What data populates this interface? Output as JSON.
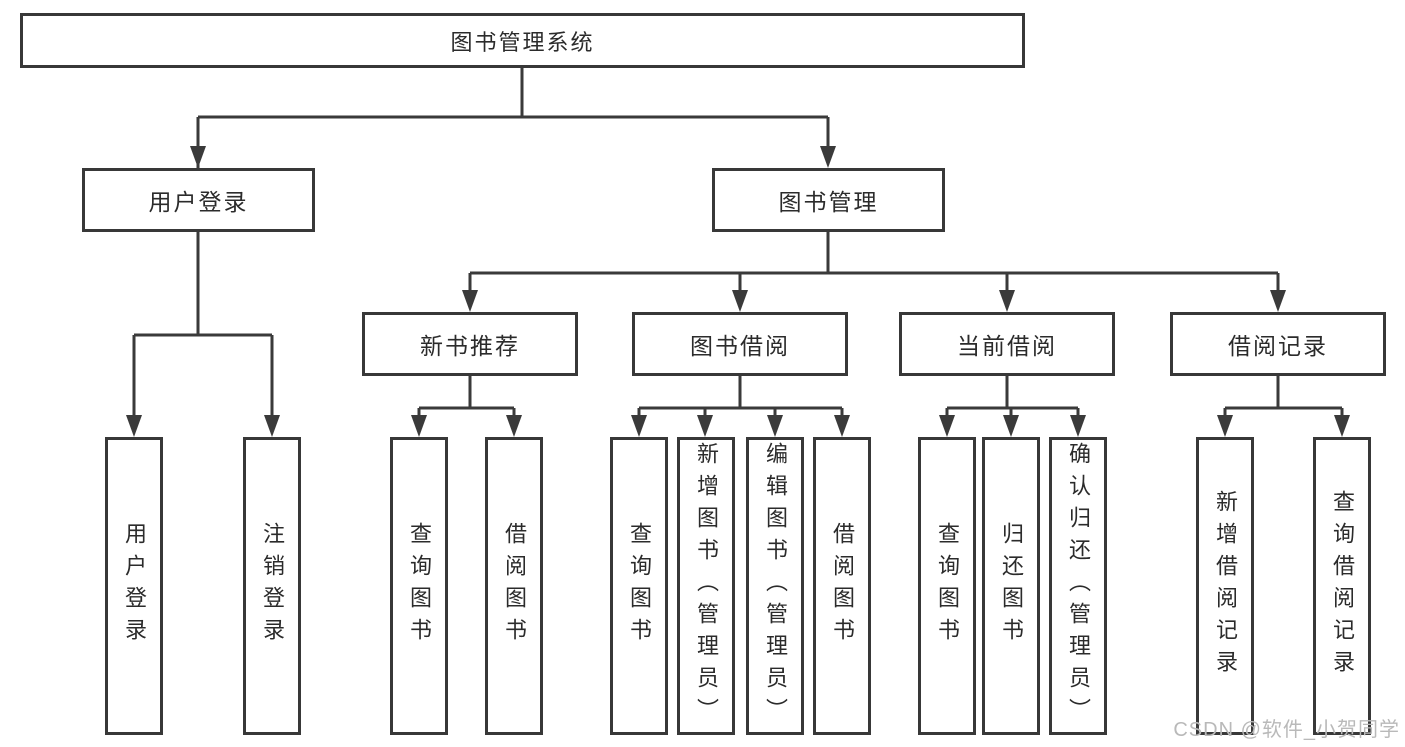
{
  "diagram": {
    "title": "图书管理系统",
    "root": "图书管理系统",
    "level2": {
      "user_login": "用户登录",
      "book_mgmt": "图书管理"
    },
    "level3": {
      "new_books": "新书推荐",
      "book_borrow": "图书借阅",
      "current_borrow": "当前借阅",
      "borrow_records": "借阅记录"
    },
    "children": {
      "user_login": [
        "用户登录",
        "注销登录"
      ],
      "new_books": [
        "查询图书",
        "借阅图书"
      ],
      "book_borrow": [
        "查询图书",
        "新增图书（管理员）",
        "编辑图书（管理员）",
        "借阅图书"
      ],
      "current_borrow": [
        "查询图书",
        "归还图书",
        "确认归还（管理员）"
      ],
      "borrow_records": [
        "新增借阅记录",
        "查询借阅记录"
      ]
    }
  },
  "watermark": "CSDN @软件_小贺同学",
  "colors": {
    "line": "#3a3a3a",
    "box_border": "#383838",
    "box_fill": "#ffffff",
    "text": "#2b2b2b",
    "watermark": "#b9b9b9"
  }
}
